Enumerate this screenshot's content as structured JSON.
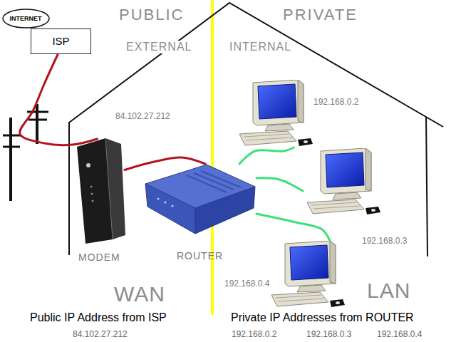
{
  "diagram": {
    "nodes": [
      {
        "text": [
          "INTERNET"
        ]
      },
      {
        "text": [
          "ISP"
        ]
      },
      {
        "text": [
          "MODEM"
        ]
      },
      {
        "text": [
          "ROUTER"
        ]
      },
      {
        "text": [
          "192.168.0.2"
        ]
      },
      {
        "text": [
          "192.168.0.3"
        ]
      },
      {
        "text": [
          "192.168.0.4"
        ]
      }
    ],
    "edges": [
      {
        "from": 1,
        "to": 2,
        "arrow": "none"
      },
      {
        "from": 2,
        "to": 3,
        "arrow": "none"
      },
      {
        "from": 3,
        "to": 4,
        "arrow": "none"
      },
      {
        "from": 3,
        "to": 5,
        "arrow": "none"
      },
      {
        "from": 3,
        "to": 6,
        "arrow": "none"
      }
    ],
    "labels": [
      "PUBLIC",
      "PRIVATE",
      "EXTERNAL",
      "INTERNAL",
      "84.102.27.212",
      "WAN",
      "LAN",
      "Public IP Address from ISP",
      "84.102.27.212",
      "Private IP Addresses from ROUTER",
      "192.168.0.2",
      "192.168.0.3",
      "192.168.0.4"
    ]
  }
}
